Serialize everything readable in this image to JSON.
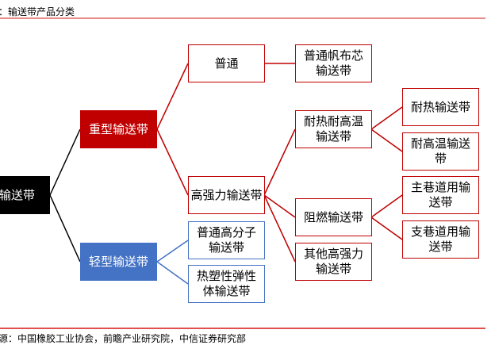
{
  "title": "：输送带产品分类",
  "source": "来源：中国橡胶工业协会，前瞻产业研究院，中信证券研究部",
  "colors": {
    "heavy": "#C00000",
    "light": "#4472C4",
    "root": "#000000"
  },
  "nodes": {
    "root": "输送带",
    "heavy": "重型输送带",
    "light": "轻型输送带",
    "ordinary": "普通",
    "high_strength": "高强力输送带",
    "polymer": "普通高分子输送带",
    "thermoplastic": "热塑性弹性体输送带",
    "canvas": "普通帆布芯输送带",
    "heat_res": "耐热耐高温输送带",
    "flame": "阻燃输送带",
    "other": "其他高强力输送带",
    "heat": "耐热输送带",
    "high_temp": "耐高温输送带",
    "main_lane": "主巷道用输送带",
    "branch_lane": "支巷道用输送带"
  }
}
